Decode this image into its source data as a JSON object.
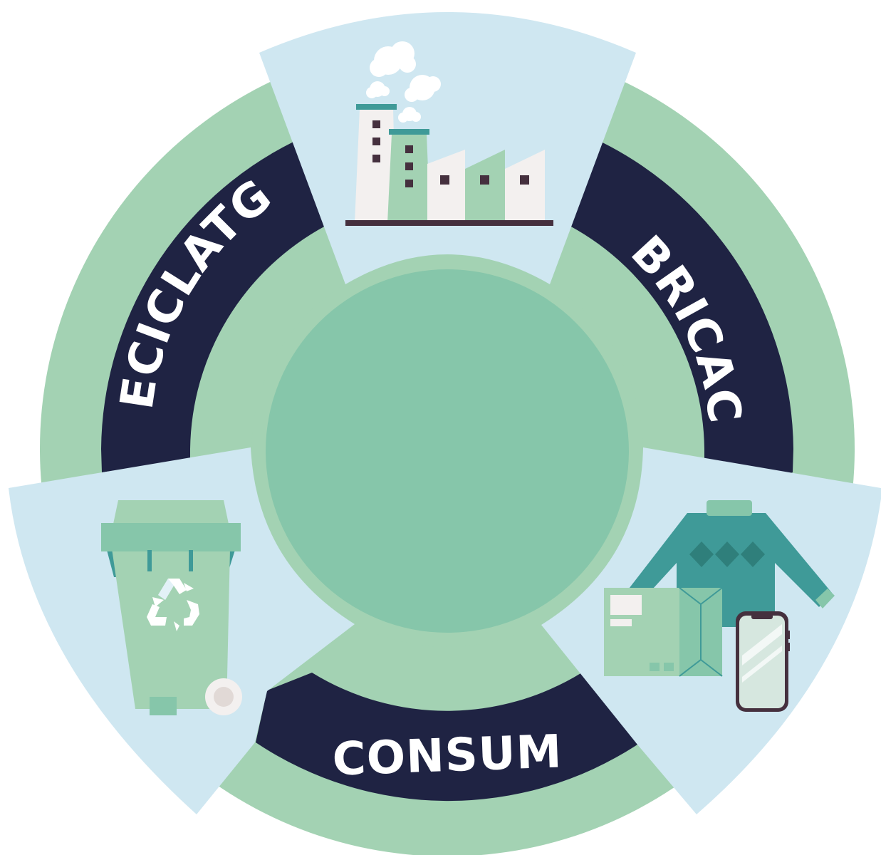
{
  "stages": {
    "manufacturing": {
      "label": "FABRICACIÓ",
      "icon": "factory-icon"
    },
    "consumption": {
      "label": "CONSUM",
      "icon": "shopping-products-icon"
    },
    "recycling": {
      "label": "RECICLATGE",
      "icon": "recycling-bin-icon"
    }
  },
  "colors": {
    "outer_ring": "#a3d2b3",
    "center_circle": "#86c6aa",
    "band": "#1f2343",
    "wedge": "#cfe7f1",
    "label_text": "#ffffff",
    "teal": "#3f9a98",
    "dark": "#45303e",
    "light": "#f3f0ef"
  }
}
